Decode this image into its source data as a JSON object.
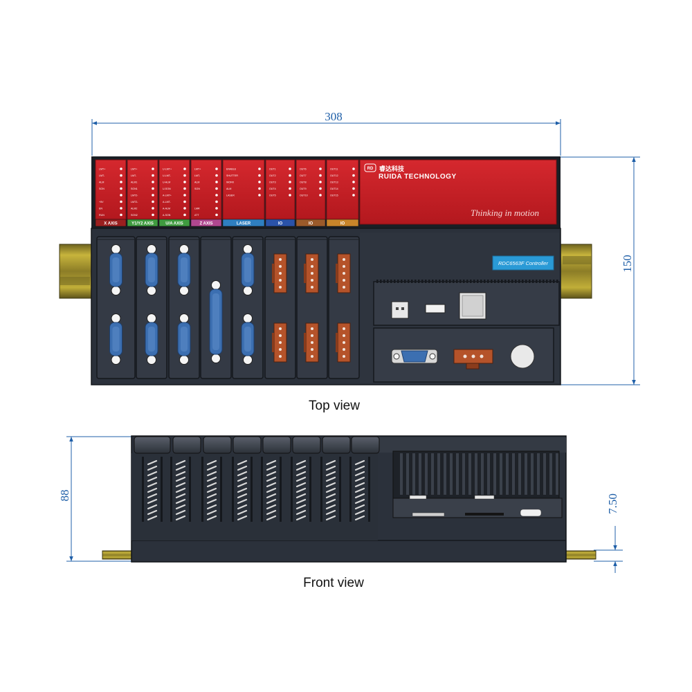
{
  "dimensions": {
    "width": "308",
    "height_top": "150",
    "height_front": "88",
    "rail_offset": "7.50"
  },
  "captions": {
    "top_view": "Top view",
    "front_view": "Front view"
  },
  "brand": {
    "logo_text": "RD",
    "name_cn": "睿达科技",
    "name": "RUIDA TECHNOLOGY",
    "slogan": "Thinking in motion"
  },
  "controller_label": "RDC6563F Controller",
  "modules": [
    {
      "label": "X AXIS",
      "color": "#9a1f1f",
      "leds": [
        "LMT+",
        "LMT-",
        "ALM",
        "SON",
        "",
        "+5V",
        "EN",
        "RUN"
      ]
    },
    {
      "label": "Y1/Y2 AXIS",
      "color": "#3f9b3f",
      "leds": [
        "LMT+",
        "LMT-",
        "ALM1",
        "SON1",
        "LMT2-",
        "LMT2-",
        "ALM2",
        "SON2"
      ]
    },
    {
      "label": "U/A AXIS",
      "color": "#3f9b3f",
      "leds": [
        "U-LMT+",
        "U-LMT-",
        "U-ALM",
        "U-SON",
        "A-LMT+",
        "A-LMT-",
        "A-ALM",
        "A-SON"
      ]
    },
    {
      "label": "Z AXIS",
      "color": "#b0478f",
      "leds": [
        "LMT+",
        "LMT-",
        "ALM",
        "SON",
        "",
        "",
        "LMR",
        "ATT"
      ]
    },
    {
      "label": "LASER",
      "color": "#2f7fc0",
      "leds": [
        "ENABLE",
        "SHUTTER",
        "WORK",
        "ALM",
        "LASER"
      ]
    },
    {
      "label": "IO",
      "color": "#2a52a8",
      "leds": [
        "OUT1",
        "OUT2",
        "OUT3",
        "OUT4",
        "OUT5"
      ]
    },
    {
      "label": "IO",
      "color": "#9b5a2a",
      "leds": [
        "OUT6",
        "OUT7",
        "OUT8",
        "OUT9",
        "OUT10"
      ]
    },
    {
      "label": "IO",
      "color": "#c8852a",
      "leds": [
        "OUT11",
        "OUT12",
        "OUT13",
        "OUT14",
        "OUT15"
      ]
    }
  ],
  "colors": {
    "dim_line": "#1f5fa8",
    "red_panel": "#c81e24",
    "dark_body": "#2b313b",
    "blue_connector": "#3c6fb1",
    "orange_connector": "#b5532a",
    "din_rail": "#a1902c"
  },
  "icons": [
    "db9-connector-icon",
    "terminal-connector-icon",
    "db25-connector-icon",
    "usb-port-icon",
    "ethernet-port-icon",
    "vga-connector-icon",
    "power-connector-icon",
    "din-rail-icon"
  ]
}
